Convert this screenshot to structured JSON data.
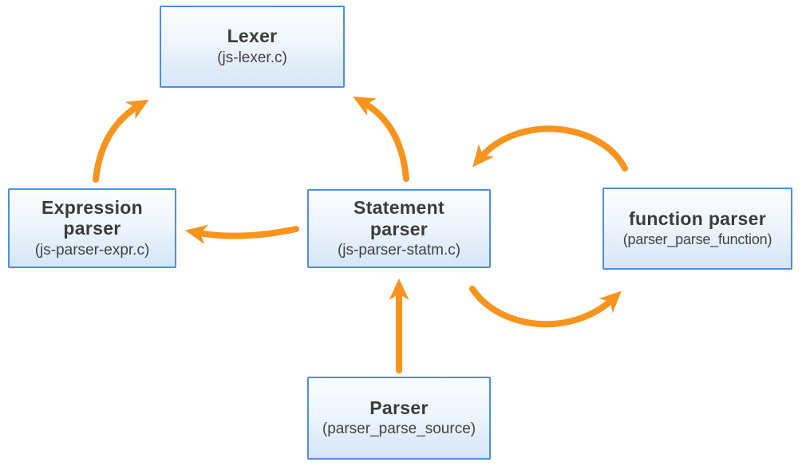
{
  "diagram": {
    "colors": {
      "arrow": "#f7941e",
      "box_border": "#4a90e2",
      "box_fill_top": "#fcfdff",
      "box_fill_bottom": "#d6e5f7",
      "text": "#3b3b3b"
    },
    "nodes": {
      "lexer": {
        "title": "Lexer",
        "subtitle": "(js-lexer.c)"
      },
      "expression_parser": {
        "title": "Expression parser",
        "subtitle": "(js-parser-expr.c)"
      },
      "statement_parser": {
        "title": "Statement parser",
        "subtitle": "(js-parser-statm.c)"
      },
      "function_parser": {
        "title": "function parser",
        "subtitle": "(parser_parse_function)"
      },
      "parser": {
        "title": "Parser",
        "subtitle": "(parser_parse_source)"
      }
    },
    "edges": [
      {
        "from": "expression_parser",
        "to": "lexer"
      },
      {
        "from": "statement_parser",
        "to": "lexer"
      },
      {
        "from": "statement_parser",
        "to": "expression_parser"
      },
      {
        "from": "function_parser",
        "to": "statement_parser"
      },
      {
        "from": "statement_parser",
        "to": "function_parser"
      },
      {
        "from": "parser",
        "to": "statement_parser"
      }
    ]
  }
}
